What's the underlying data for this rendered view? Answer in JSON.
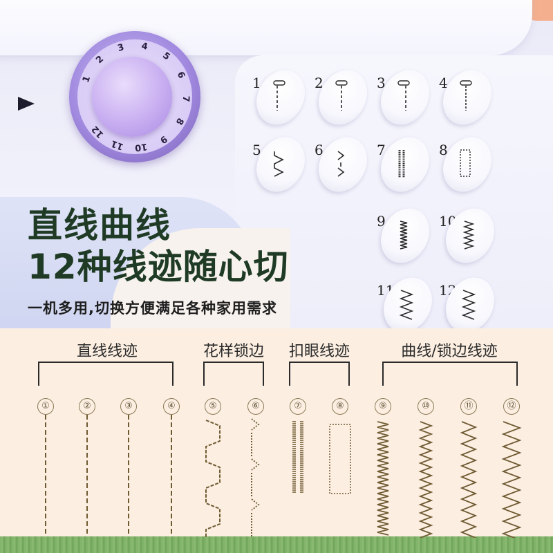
{
  "dial": {
    "numbers": [
      "1",
      "2",
      "3",
      "4",
      "5",
      "6",
      "7",
      "8",
      "9",
      "10",
      "11",
      "12"
    ]
  },
  "buttons": [
    {
      "num": "1",
      "glyph": "straight-left"
    },
    {
      "num": "2",
      "glyph": "straight-center"
    },
    {
      "num": "3",
      "glyph": "straight-right"
    },
    {
      "num": "4",
      "glyph": "straight-triple"
    },
    {
      "num": "5",
      "glyph": "blind-hem"
    },
    {
      "num": "6",
      "glyph": "elastic-blind"
    },
    {
      "num": "7",
      "glyph": "buttonhole-narrow"
    },
    {
      "num": "8",
      "glyph": "buttonhole-box"
    },
    {
      "num": "9",
      "glyph": "zigzag-dense"
    },
    {
      "num": "10",
      "glyph": "zigzag-medium"
    },
    {
      "num": "11",
      "glyph": "zigzag-wide"
    },
    {
      "num": "12",
      "glyph": "zigzag-wide-2"
    }
  ],
  "headline": {
    "line1": "直线曲线",
    "line2": "12种线迹随心切",
    "subline": "一机多用,切换方便满足各种家用需求"
  },
  "groups": [
    {
      "label": "直线线迹"
    },
    {
      "label": "花样锁边"
    },
    {
      "label": "扣眼线迹"
    },
    {
      "label": "曲线/锁边线迹"
    }
  ],
  "stitch_numbers": [
    "①",
    "②",
    "③",
    "④",
    "⑤",
    "⑥",
    "⑦",
    "⑧",
    "⑨",
    "⑩",
    "⑪",
    "⑫"
  ],
  "colors": {
    "headline": "#1f3b25",
    "dial": "#a28be0",
    "stitch_thread": "#6f5a32",
    "accent_peach": "#f5b08e",
    "grass": "#7fb169"
  }
}
